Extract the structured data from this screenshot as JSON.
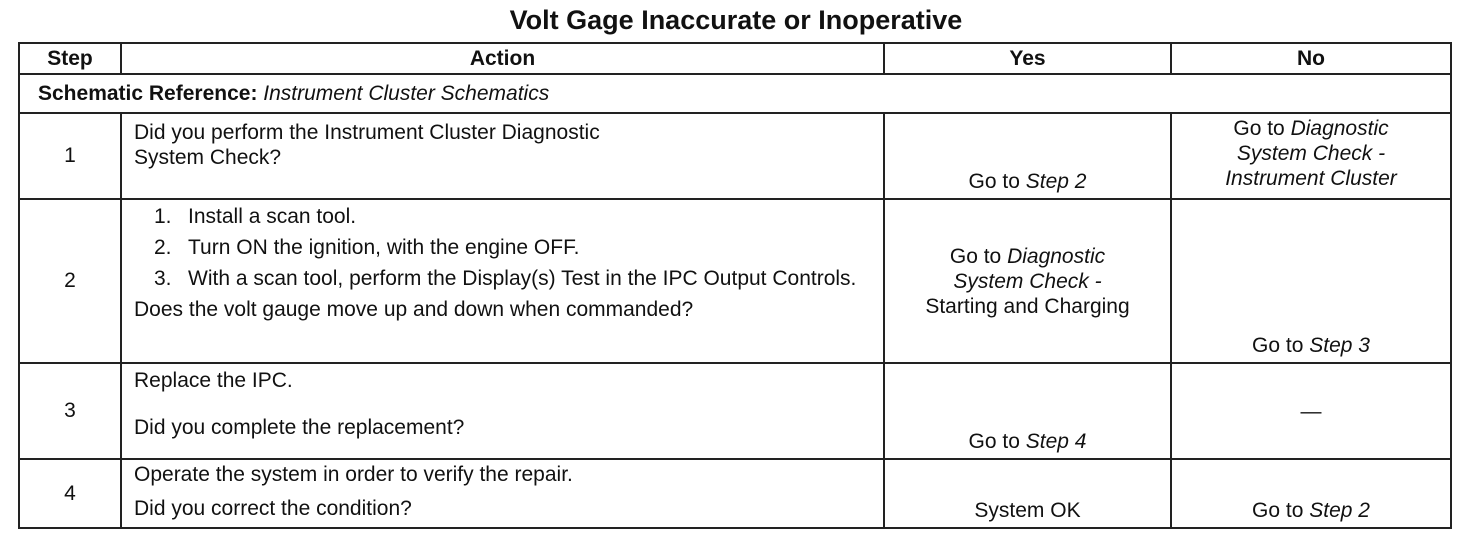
{
  "title": "Volt Gage Inaccurate or Inoperative",
  "headers": {
    "step": "Step",
    "action": "Action",
    "yes": "Yes",
    "no": "No"
  },
  "schematic": {
    "label": "Schematic Reference:",
    "value": "Instrument Cluster Schematics"
  },
  "rows": [
    {
      "step": "1",
      "action_lines": [
        "Did you perform the Instrument Cluster Diagnostic",
        "System Check?"
      ],
      "yes_prefix": "Go to ",
      "yes_link": "Step 2",
      "no_prefix": "Go to ",
      "no_link_1": "Diagnostic",
      "no_link_2": "System Check -",
      "no_link_3": "Instrument Cluster"
    },
    {
      "step": "2",
      "substeps": [
        {
          "num": "1.",
          "text": "Install a scan tool."
        },
        {
          "num": "2.",
          "text": "Turn ON the ignition, with the engine OFF."
        },
        {
          "num": "3.",
          "text": "With a scan tool, perform the Display(s) Test in the IPC Output Controls."
        }
      ],
      "question": "Does the volt gauge move up and down when commanded?",
      "yes_prefix": "Go to ",
      "yes_link_1": "Diagnostic",
      "yes_link_2": "System Check -",
      "yes_line_3": "Starting and Charging",
      "no_prefix": "Go to ",
      "no_link": "Step 3"
    },
    {
      "step": "3",
      "action_1": "Replace the IPC.",
      "question": "Did you complete the replacement?",
      "yes_prefix": "Go to ",
      "yes_link": "Step 4",
      "no": "—"
    },
    {
      "step": "4",
      "action_1": "Operate the system in order to verify the repair.",
      "question": "Did you correct the condition?",
      "yes": "System OK",
      "no_prefix": "Go to ",
      "no_link": "Step 2"
    }
  ]
}
